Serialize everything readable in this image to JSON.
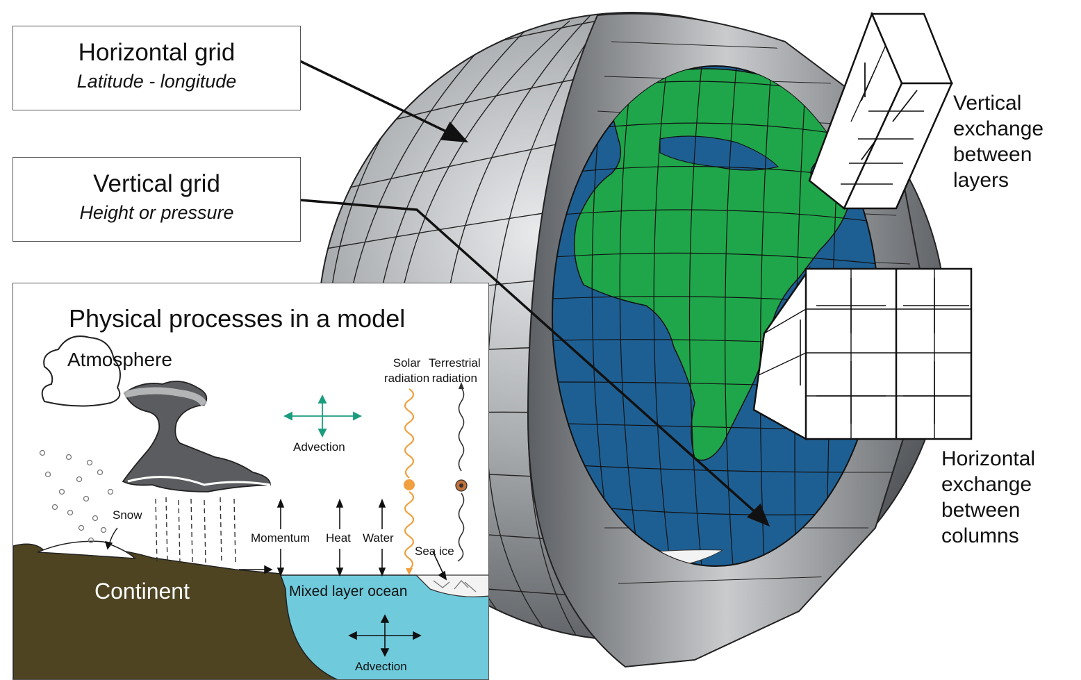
{
  "horizontal_grid": {
    "title": "Horizontal grid",
    "subtitle": "Latitude - longitude"
  },
  "vertical_grid": {
    "title": "Vertical grid",
    "subtitle": "Height or pressure"
  },
  "vertical_exchange": [
    "Vertical",
    "exchange",
    "between",
    "layers"
  ],
  "horizontal_exchange": [
    "Horizontal",
    "exchange",
    "between",
    "columns"
  ],
  "panel": {
    "title": "Physical processes in a model",
    "atmosphere": "Atmosphere",
    "solar": [
      "Solar",
      "radiation"
    ],
    "terrestrial": [
      "Terrestrial",
      "radiation"
    ],
    "advection_top": "Advection",
    "snow": "Snow",
    "momentum": "Momentum",
    "heat": "Heat",
    "water": "Water",
    "sea_ice": "Sea ice",
    "continent": "Continent",
    "mixed_layer": "Mixed layer ocean",
    "advection_bottom": "Advection"
  },
  "colors": {
    "land": "#1fa64a",
    "ocean": "#1e5f93",
    "shell": "#8a8d90",
    "ground": "#4e4422",
    "sea": "#6fcbdc",
    "advection": "#1a9d7e",
    "solar": "#f0a040"
  }
}
